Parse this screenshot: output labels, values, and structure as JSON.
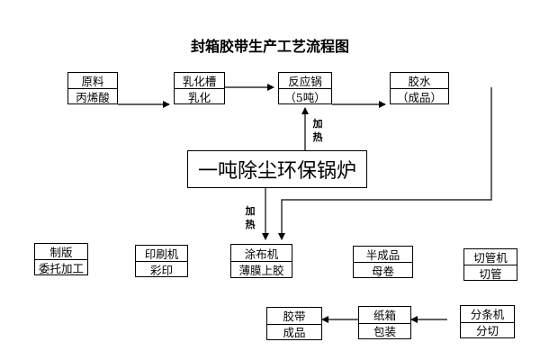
{
  "title": "封箱胶带生产工艺流程图",
  "boxes": {
    "raw": [
      "原料",
      "丙烯酸"
    ],
    "emulsion": [
      "乳化槽",
      "乳化"
    ],
    "reactor": [
      "反应锅",
      "（5吨）"
    ],
    "glue": [
      "胶水",
      "（成品）"
    ],
    "plate": [
      "制版",
      "委托加工"
    ],
    "printer": [
      "印刷机",
      "彩印"
    ],
    "coater": [
      "涂布机",
      "薄膜上胶"
    ],
    "semi": [
      "半成品",
      "母卷"
    ],
    "cutter": [
      "切管机",
      "切管"
    ],
    "slitter": [
      "分条机",
      "分切"
    ],
    "carton": [
      "纸箱",
      "包装"
    ],
    "tape": [
      "胶带",
      "成品"
    ]
  },
  "boiler": "一吨除尘环保锅炉",
  "heat_labels": [
    "加",
    "热"
  ]
}
